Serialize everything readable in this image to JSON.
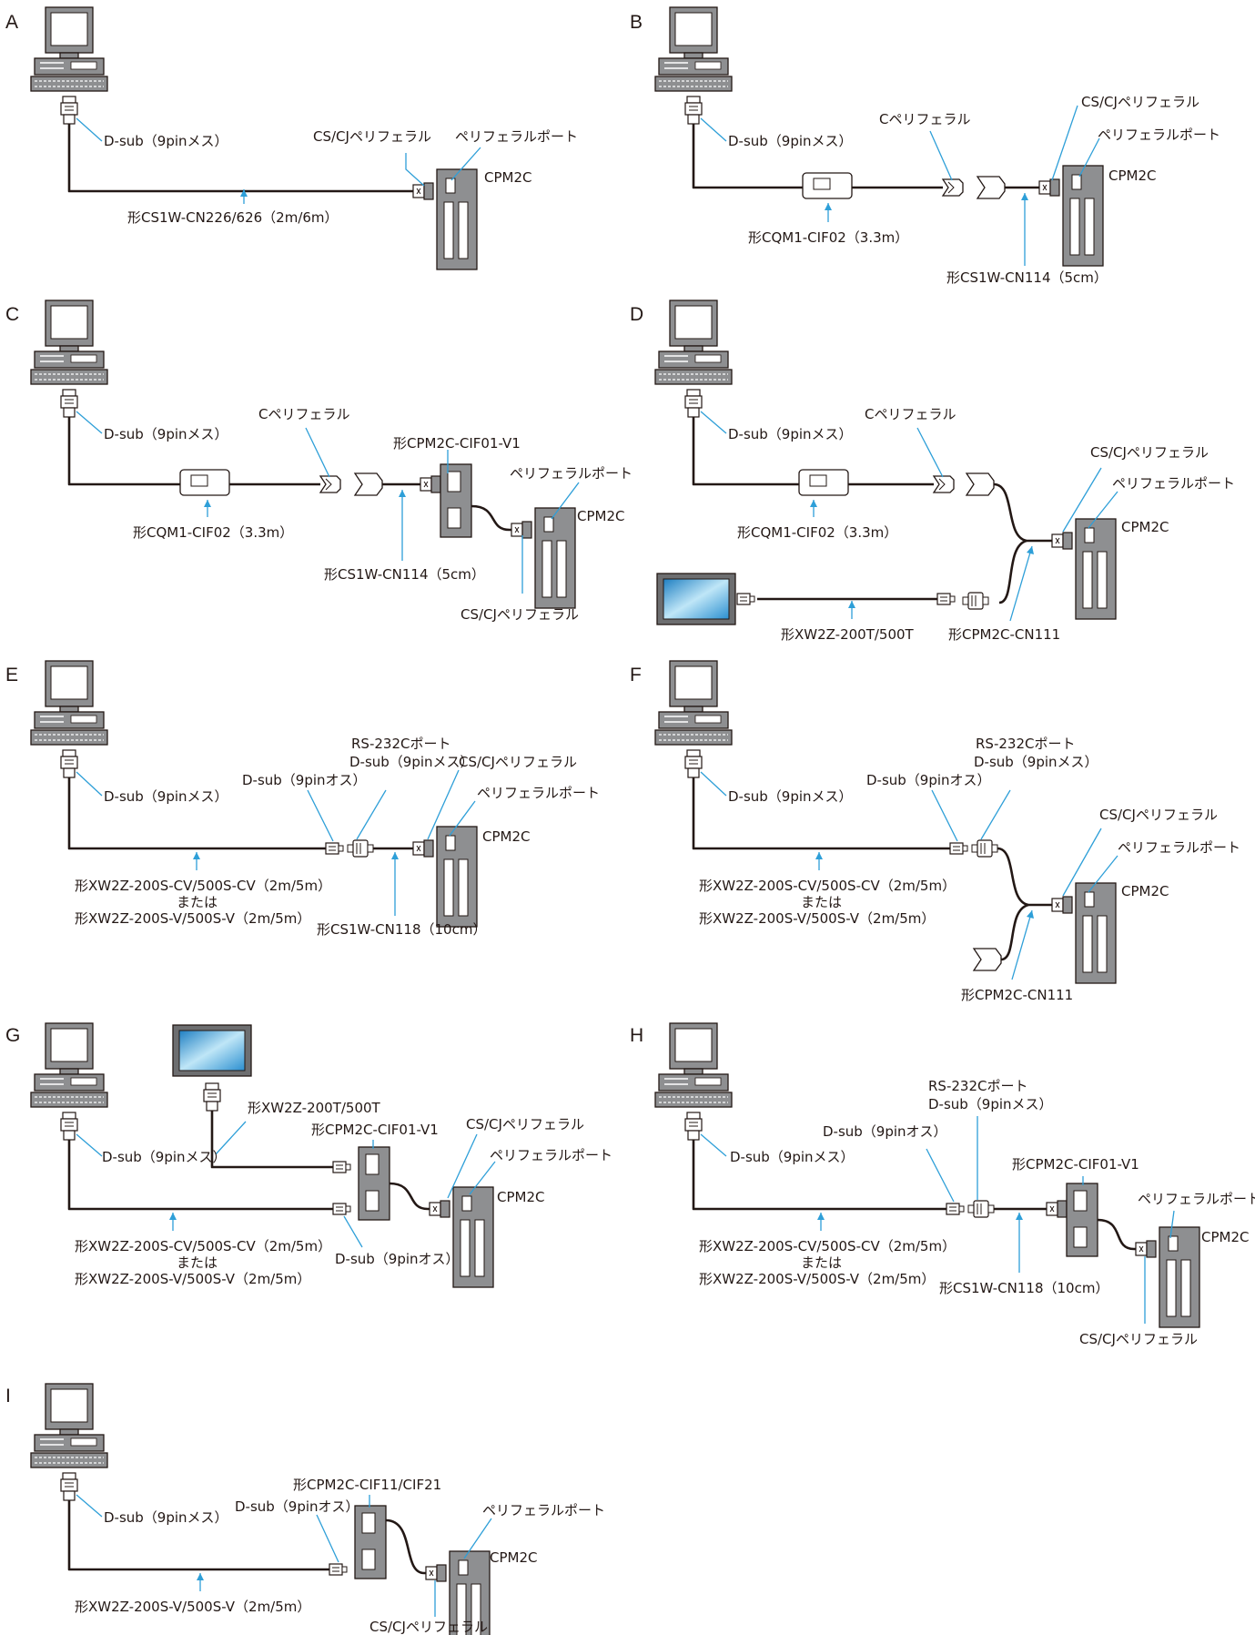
{
  "colors": {
    "cable": "#231815",
    "leader": "#2e9fd8",
    "device_gray": "#8e8f91",
    "screen_blue": "#3aa3dd"
  },
  "icons": [
    "pc-icon",
    "plc-cpm2c-icon",
    "adapter-box-icon",
    "touch-panel-icon",
    "connector-icon"
  ],
  "diagrams": [
    {
      "id": "A",
      "title": "A",
      "labels": [
        "D-sub（9pinメス）",
        "CS/CJペリフェラル",
        "ペリフェラルポート",
        "CPM2C",
        "形CS1W-CN226/626（2m/6m）"
      ]
    },
    {
      "id": "B",
      "title": "B",
      "labels": [
        "D-sub（9pinメス）",
        "Cペリフェラル",
        "CS/CJペリフェラル",
        "ペリフェラルポート",
        "CPM2C",
        "形CQM1-CIF02（3.3m）",
        "形CS1W-CN114（5cm）"
      ]
    },
    {
      "id": "C",
      "title": "C",
      "labels": [
        "D-sub（9pinメス）",
        "Cペリフェラル",
        "形CPM2C-CIF01-V1",
        "ペリフェラルポート",
        "CPM2C",
        "形CQM1-CIF02（3.3m）",
        "形CS1W-CN114（5cm）",
        "CS/CJペリフェラル"
      ]
    },
    {
      "id": "D",
      "title": "D",
      "labels": [
        "D-sub（9pinメス）",
        "Cペリフェラル",
        "CS/CJペリフェラル",
        "ペリフェラルポート",
        "CPM2C",
        "形CQM1-CIF02（3.3m）",
        "形XW2Z-200T/500T",
        "形CPM2C-CN111"
      ]
    },
    {
      "id": "E",
      "title": "E",
      "labels": [
        "D-sub（9pinメス）",
        "RS-232Cポート",
        "D-sub（9pinメス）",
        "CS/CJペリフェラル",
        "D-sub（9pinオス）",
        "ペリフェラルポート",
        "CPM2C",
        "形XW2Z-200S-CV/500S-CV（2m/5m）",
        "または",
        "形XW2Z-200S-V/500S-V（2m/5m）",
        "形CS1W-CN118（10cm）"
      ]
    },
    {
      "id": "F",
      "title": "F",
      "labels": [
        "D-sub（9pinメス）",
        "RS-232Cポート",
        "D-sub（9pinメス）",
        "D-sub（9pinオス）",
        "CS/CJペリフェラル",
        "ペリフェラルポート",
        "CPM2C",
        "形XW2Z-200S-CV/500S-CV（2m/5m）",
        "または",
        "形XW2Z-200S-V/500S-V（2m/5m）",
        "形CPM2C-CN111"
      ]
    },
    {
      "id": "G",
      "title": "G",
      "labels": [
        "形XW2Z-200T/500T",
        "形CPM2C-CIF01-V1",
        "CS/CJペリフェラル",
        "ペリフェラルポート",
        "D-sub（9pinメス）",
        "CPM2C",
        "形XW2Z-200S-CV/500S-CV（2m/5m）",
        "または",
        "形XW2Z-200S-V/500S-V（2m/5m）",
        "D-sub（9pinオス）"
      ]
    },
    {
      "id": "H",
      "title": "H",
      "labels": [
        "RS-232Cポート",
        "D-sub（9pinメス）",
        "D-sub（9pinオス）",
        "形CPM2C-CIF01-V1",
        "D-sub（9pinメス）",
        "ペリフェラルポート",
        "CPM2C",
        "形XW2Z-200S-CV/500S-CV（2m/5m）",
        "または",
        "形XW2Z-200S-V/500S-V（2m/5m）",
        "形CS1W-CN118（10cm）",
        "CS/CJペリフェラル"
      ]
    },
    {
      "id": "I",
      "title": "I",
      "labels": [
        "形CPM2C-CIF11/CIF21",
        "D-sub（9pinオス）",
        "ペリフェラルポート",
        "D-sub（9pinメス）",
        "CPM2C",
        "形XW2Z-200S-V/500S-V（2m/5m）",
        "CS/CJペリフェラル"
      ]
    }
  ]
}
